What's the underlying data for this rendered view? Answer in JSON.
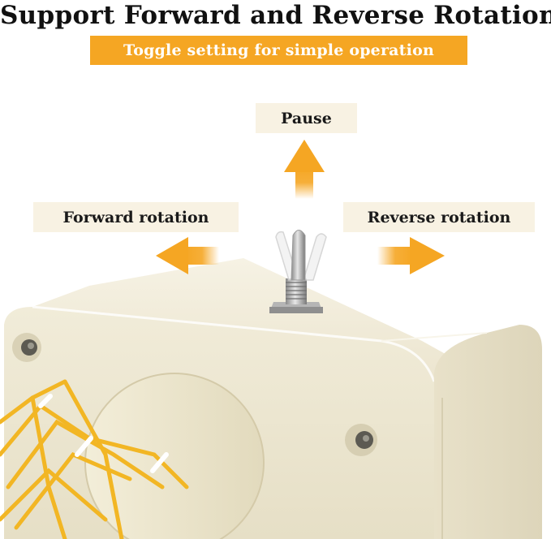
{
  "header": {
    "title": "Support Forward and Reverse Rotation",
    "subtitle": "Toggle setting for simple operation"
  },
  "labels": {
    "pause": "Pause",
    "forward": "Forward rotation",
    "reverse": "Reverse rotation"
  },
  "colors": {
    "accent": "#f5a623",
    "label_bg": "#f8f2e3",
    "housing": "#f0ebd8"
  },
  "icons": {
    "up": "arrow-up-icon",
    "left": "arrow-left-icon",
    "right": "arrow-right-icon"
  }
}
